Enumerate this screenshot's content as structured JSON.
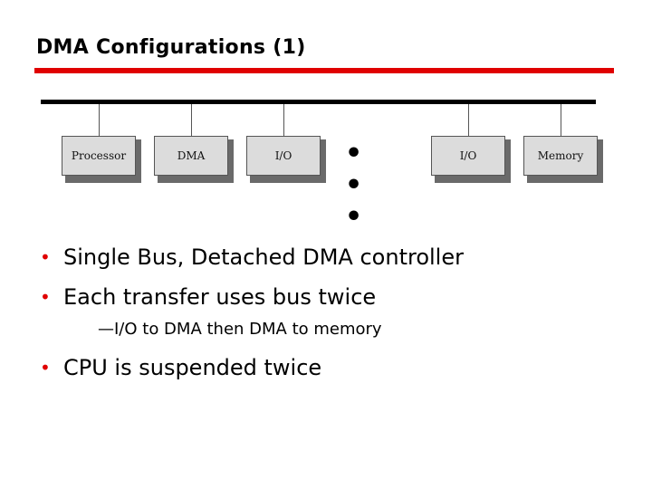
{
  "slide": {
    "title": "DMA Configurations (1)",
    "accent_color": "#e00000"
  },
  "diagram": {
    "modules": [
      {
        "label": "Processor"
      },
      {
        "label": "DMA"
      },
      {
        "label": "I/O"
      },
      {
        "label": "I/O"
      },
      {
        "label": "Memory"
      }
    ],
    "ellipsis": "• • •"
  },
  "bullets": [
    {
      "text": "Single Bus, Detached DMA controller"
    },
    {
      "text": "Each transfer uses bus twice",
      "sub": "—I/O to DMA then DMA to memory"
    },
    {
      "text": "CPU is suspended twice"
    }
  ],
  "bullet_marker": "•"
}
